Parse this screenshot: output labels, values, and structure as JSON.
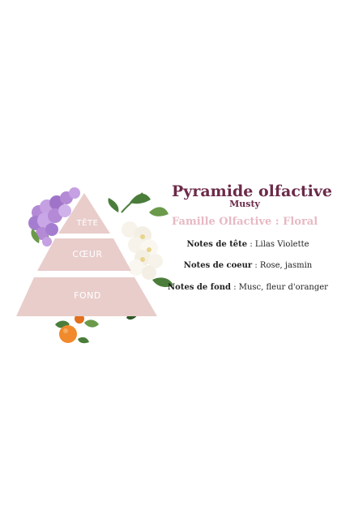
{
  "pyramid": {
    "levels": [
      {
        "label": "TÊTE"
      },
      {
        "label": "CŒUR"
      },
      {
        "label": "FOND"
      }
    ]
  },
  "info": {
    "title": "Pyramide olfactive",
    "subtitle": "Musty",
    "family": "Famille Olfactive : Floral",
    "notes": [
      {
        "label": "Notes de tête",
        "value": " : Lilas Violette"
      },
      {
        "label": "Notes de coeur",
        "value": " : Rose, jasmin"
      },
      {
        "label": "Notes de fond",
        "value": " : Musc, fleur d'oranger"
      }
    ]
  },
  "colors": {
    "pyramid": "#e8cdcb",
    "title": "#6b2a48",
    "family": "#e7b9c4",
    "lilac": "#b48ad6",
    "jasmine": "#f7f3ea",
    "leaf": "#4b7d3a",
    "orange": "#f08a2c"
  }
}
